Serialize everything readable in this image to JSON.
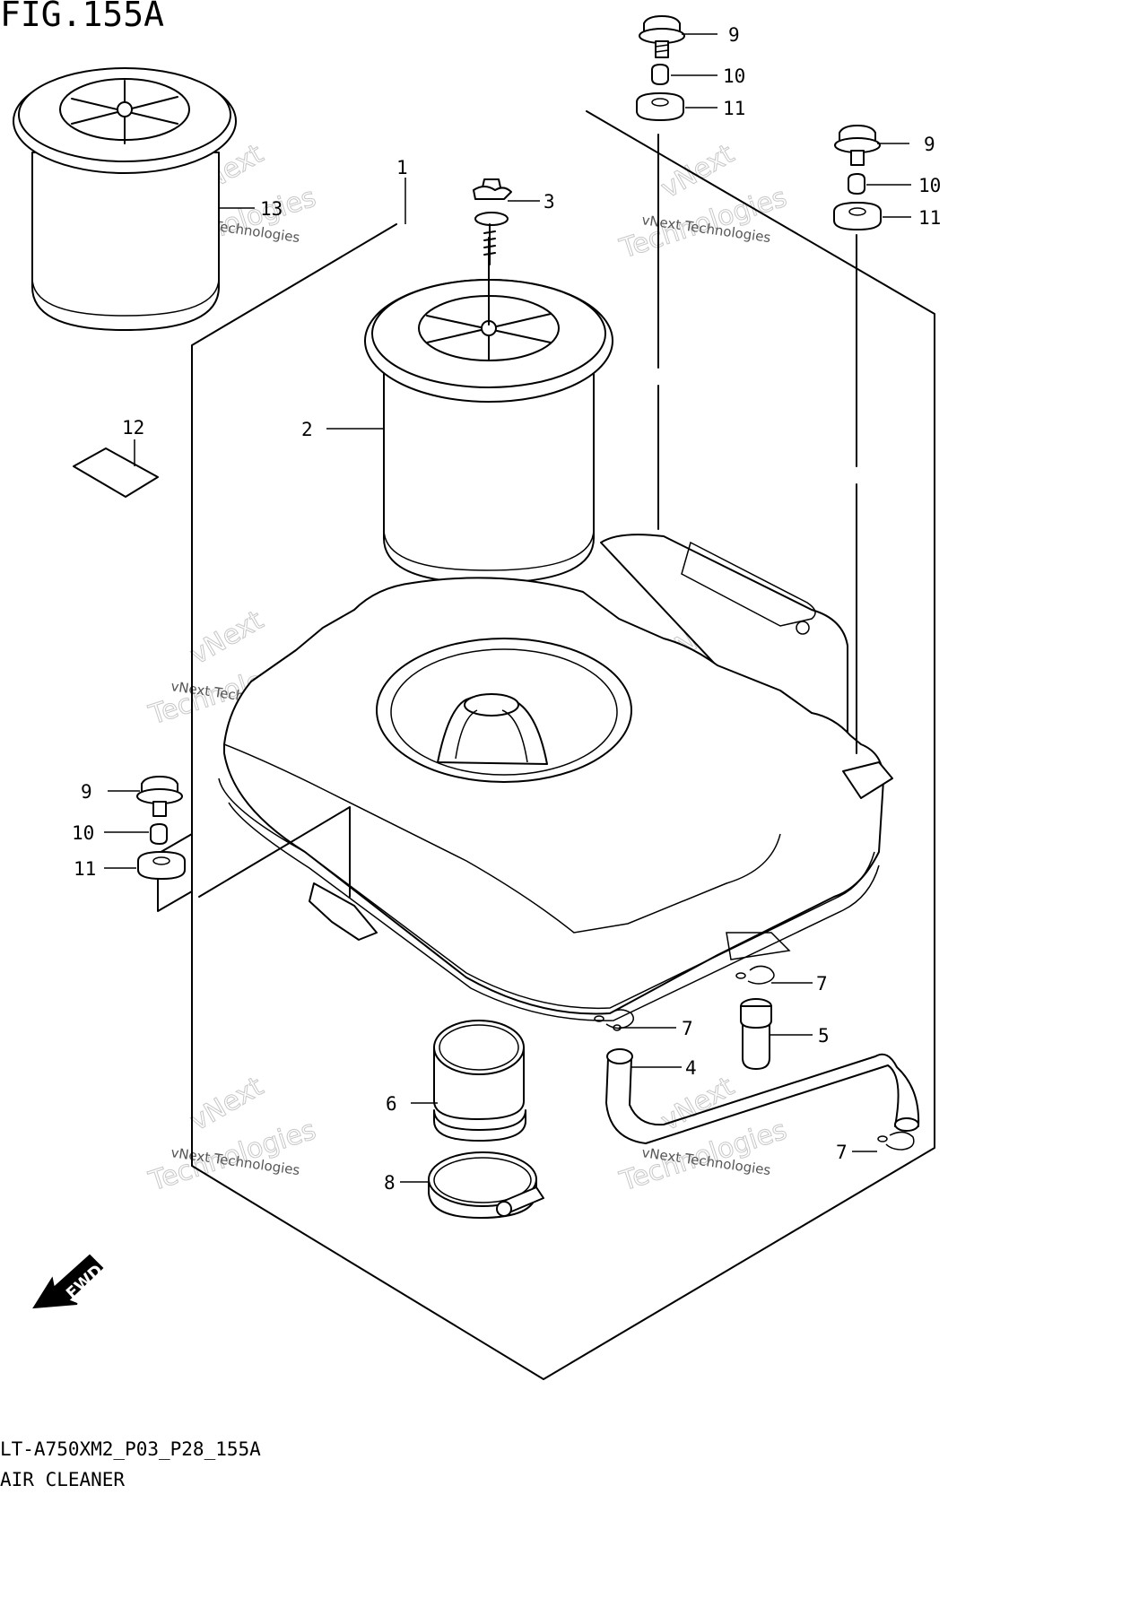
{
  "figure": {
    "title": "FIG.155A",
    "code": "LT-A750XM2_P03_P28_155A",
    "name": "AIR CLEANER"
  },
  "callouts": [
    "1",
    "2",
    "3",
    "4",
    "5",
    "6",
    "7",
    "8",
    "9",
    "10",
    "11",
    "12",
    "13"
  ],
  "watermark": {
    "line1": "vNext Technologies",
    "line2": "Technologies",
    "line3": "vNext"
  },
  "fwd_label": "FWD"
}
